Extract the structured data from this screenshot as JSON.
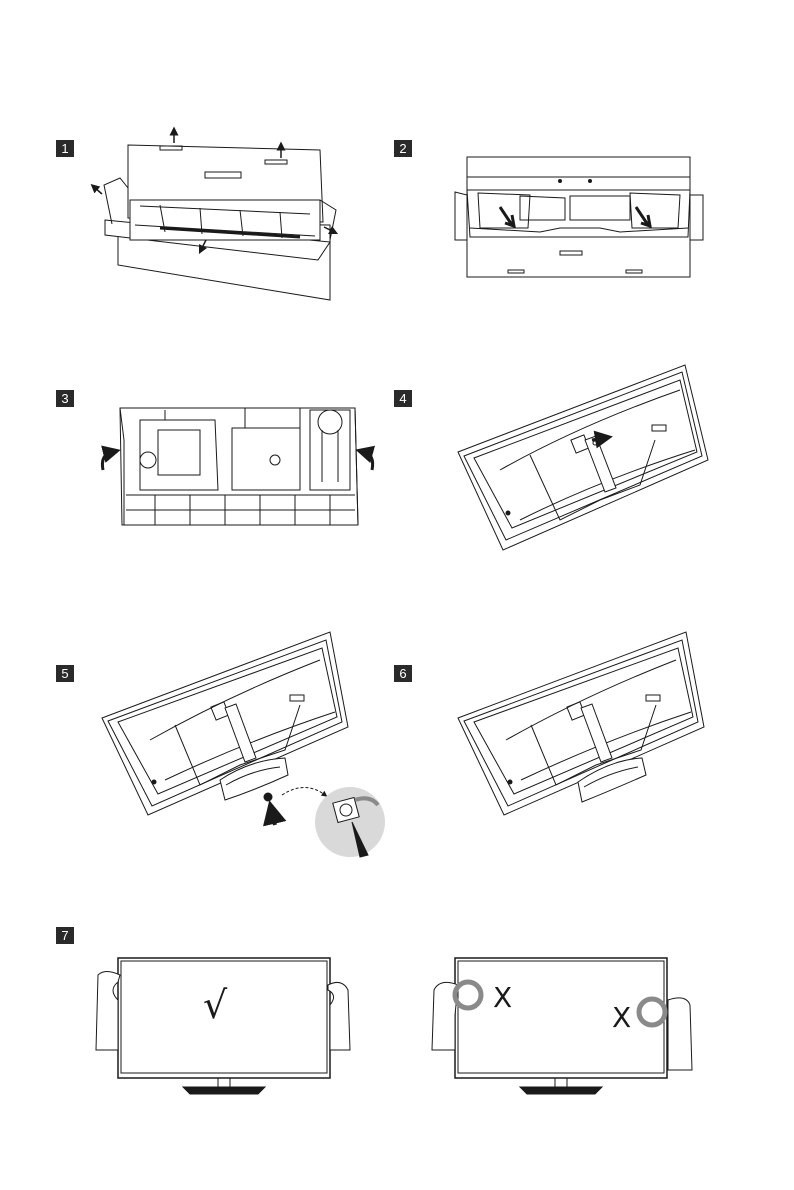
{
  "steps": [
    {
      "number": "1"
    },
    {
      "number": "2"
    },
    {
      "number": "3"
    },
    {
      "number": "4"
    },
    {
      "number": "5"
    },
    {
      "number": "6"
    },
    {
      "number": "7"
    }
  ],
  "icons": {
    "correct_hold": "check-mark-icon",
    "wrong_hold": "x-mark-icon"
  },
  "marks": {
    "correct": "√",
    "wrong": "X"
  },
  "colors": {
    "ink": "#1a1a1a",
    "badge": "#2a2a2a",
    "highlight_ring": "#8a8a8a",
    "detail_bg": "#d9d9d9"
  }
}
